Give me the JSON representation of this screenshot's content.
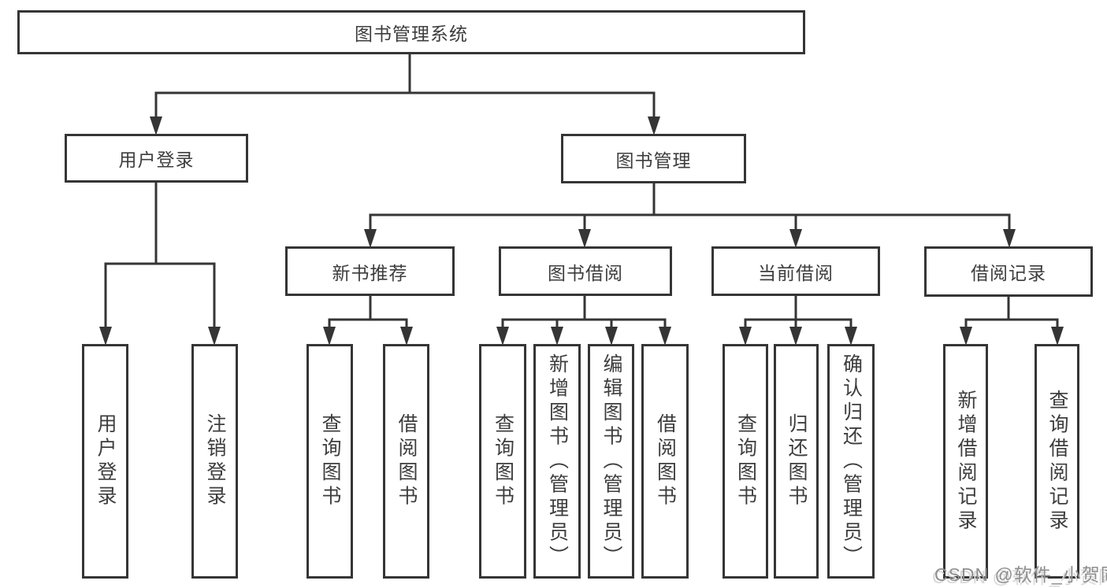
{
  "diagram": {
    "watermark": "CSDN @软件_小贺同学",
    "root": {
      "label": "图书管理系统",
      "children": [
        {
          "label": "用户登录",
          "children": [
            {
              "label": "用户登录"
            },
            {
              "label": "注销登录"
            }
          ]
        },
        {
          "label": "图书管理",
          "children": [
            {
              "label": "新书推荐",
              "children": [
                {
                  "label": "查询图书"
                },
                {
                  "label": "借阅图书"
                }
              ]
            },
            {
              "label": "图书借阅",
              "children": [
                {
                  "label": "查询图书"
                },
                {
                  "label": "新增图书（管理员）"
                },
                {
                  "label": "编辑图书（管理员）"
                },
                {
                  "label": "借阅图书"
                }
              ]
            },
            {
              "label": "当前借阅",
              "children": [
                {
                  "label": "查询图书"
                },
                {
                  "label": "归还图书"
                },
                {
                  "label": "确认归还（管理员）"
                }
              ]
            },
            {
              "label": "借阅记录",
              "children": [
                {
                  "label": "新增借阅记录"
                },
                {
                  "label": "查询借阅记录"
                }
              ]
            }
          ]
        }
      ]
    }
  }
}
